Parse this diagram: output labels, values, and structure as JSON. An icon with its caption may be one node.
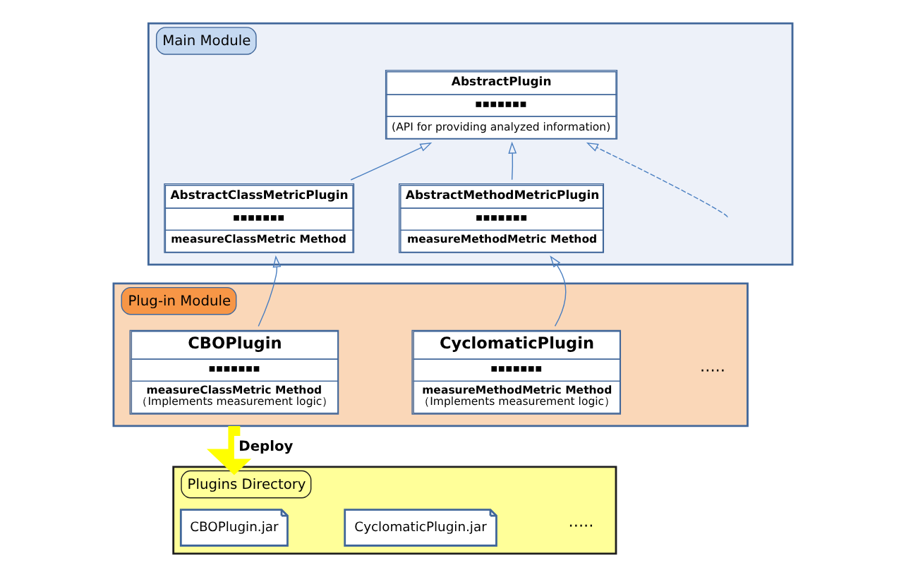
{
  "diagram": {
    "nodes": [
      {
        "text": [
          "Main Module"
        ]
      },
      {
        "text": [
          "AbstractPlugin",
          "▪▪▪▪▪▪▪",
          "(API for providing analyzed information)"
        ],
        "in": 0
      },
      {
        "text": [
          "AbstractClassMetricPlugin",
          "▪▪▪▪▪▪▪",
          "measureClassMetric Method"
        ],
        "in": 0
      },
      {
        "text": [
          "AbstractMethodMetricPlugin",
          "▪▪▪▪▪▪▪",
          "measureMethodMetric Method"
        ],
        "in": 0
      },
      {
        "text": [
          "Plug-in Module"
        ]
      },
      {
        "text": [
          "CBOPlugin",
          "▪▪▪▪▪▪▪",
          "measureClassMetric Method",
          "（Implements measurement logic）"
        ],
        "in": 4
      },
      {
        "text": [
          "CyclomaticPlugin",
          "▪▪▪▪▪▪▪",
          "measureMethodMetric Method",
          "（Implements measurement logic）"
        ],
        "in": 4
      },
      {
        "text": [
          "Plugins Directory"
        ]
      },
      {
        "text": [
          "CBOPlugin.jar"
        ],
        "in": 7
      },
      {
        "text": [
          "CyclomaticPlugin.jar"
        ],
        "in": 7
      }
    ],
    "edges": [
      {
        "from": 2,
        "to": 1,
        "arrow": "to"
      },
      {
        "from": 3,
        "to": 1,
        "arrow": "to"
      },
      {
        "from": null,
        "to": 1,
        "arrow": "to",
        "style": "dashed"
      },
      {
        "from": 5,
        "to": 2,
        "arrow": "to"
      },
      {
        "from": 6,
        "to": 3,
        "arrow": "to"
      },
      {
        "from": 4,
        "to": 7,
        "arrow": "to",
        "label": "Deploy",
        "style": "thick",
        "color": "#ffff00"
      }
    ],
    "labels": [
      "·····",
      "·····"
    ]
  }
}
